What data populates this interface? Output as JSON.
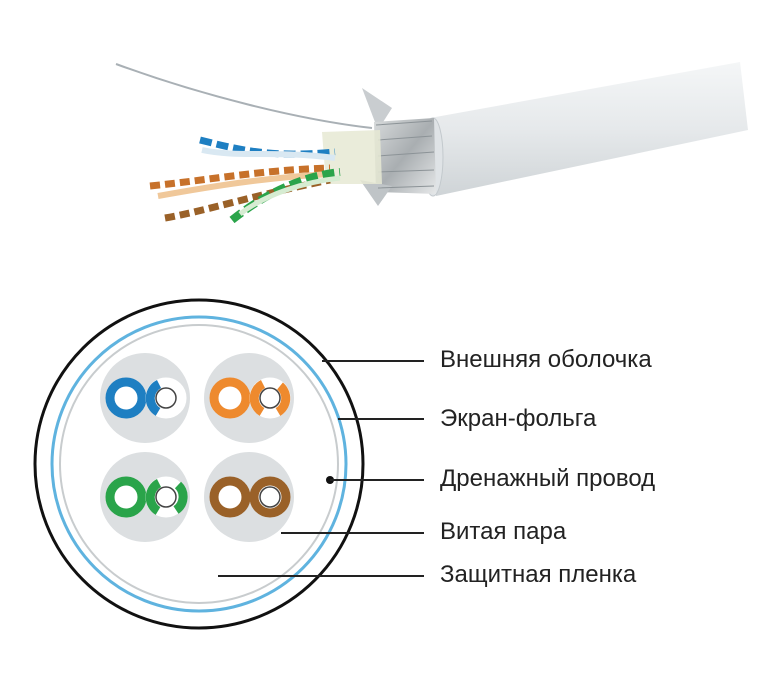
{
  "diagram": {
    "labels": [
      "Внешняя оболочка",
      "Экран-фольга",
      "Дренажный провод",
      "Витая пара",
      "Защитная пленка"
    ]
  },
  "colors": {
    "jacket": "#e9ecee",
    "foil": "#5fb3df",
    "pair_blue": "#1e7fc2",
    "pair_orange": "#ee8a2e",
    "pair_green": "#2aa44a",
    "pair_brown": "#9a6128",
    "leader": "#222222"
  }
}
